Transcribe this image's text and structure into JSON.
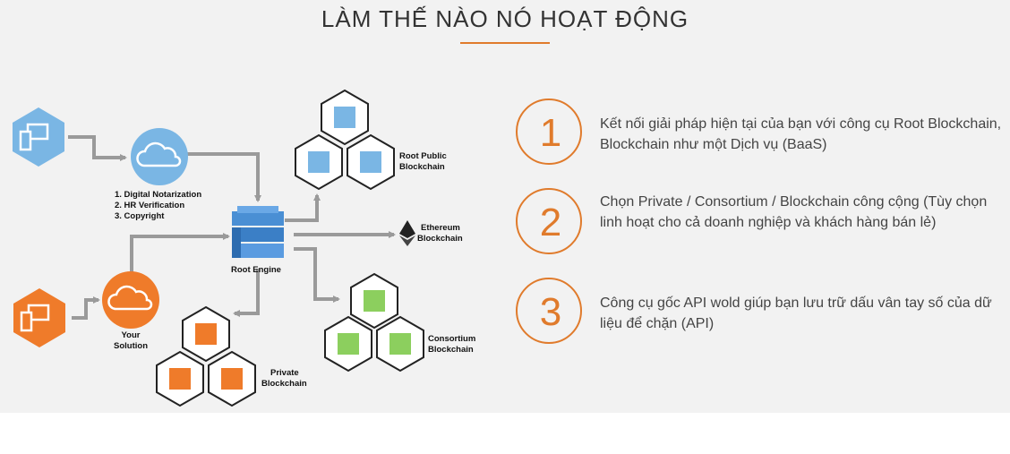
{
  "section": {
    "title": "LÀM THẾ NÀO NÓ HOẠT ĐỘNG"
  },
  "diagram": {
    "cloud_list": [
      "1. Digital Notarization",
      "2. HR Verification",
      "3. Copyright"
    ],
    "root_engine": "Root Engine",
    "your_solution": [
      "Your",
      "Solution"
    ],
    "public_blockchain": [
      "Root Public",
      "Blockchain"
    ],
    "ethereum": [
      "Ethereum",
      "Blockchain"
    ],
    "consortium": [
      "Consortium",
      "Blockchain"
    ],
    "private": [
      "Private",
      "Blockchain"
    ],
    "colors": {
      "orange": "#ef7b2a",
      "blue": "#7ab6e4",
      "green": "#8ccf5e",
      "arrow": "#9a9a9a"
    }
  },
  "steps": [
    {
      "number": "1",
      "text": "Kết nối giải pháp hiện tại của bạn với công cụ Root Blockchain, Blockchain như một Dịch vụ (BaaS)"
    },
    {
      "number": "2",
      "text": "Chọn Private / Consortium / Blockchain công cộng (Tùy chọn linh hoạt cho cả doanh nghiệp và khách hàng bán lẻ)"
    },
    {
      "number": "3",
      "text": "Công cụ gốc API wold giúp bạn lưu trữ dấu vân tay số của dữ liệu để chặn (API)"
    }
  ]
}
